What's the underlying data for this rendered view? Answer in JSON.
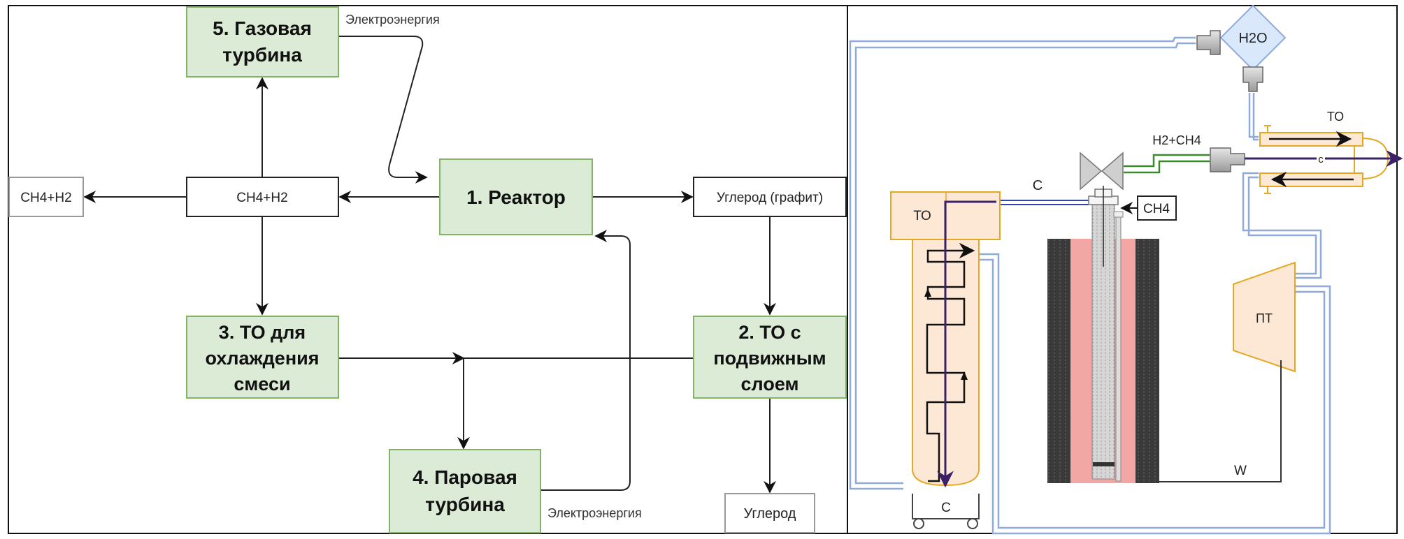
{
  "left_diagram": {
    "blocks": {
      "reactor": "1. Реактор",
      "moving_bed_hx": [
        "2. ТО с",
        "подвижным",
        "слоем"
      ],
      "mix_cooling_hx": [
        "3. ТО для",
        "охлаждения",
        "смеси"
      ],
      "steam_turbine": [
        "4. Паровая",
        "турбина"
      ],
      "gas_turbine": [
        "5. Газовая",
        "турбина"
      ]
    },
    "streams": {
      "gas_mixture": "CH4+H2",
      "gas_output": "CH4+H2",
      "carbon_graphite": "Углерод (графит)",
      "carbon_out": "Углерод"
    },
    "labels": {
      "electricity_top": "Электроэнергия",
      "electricity_bottom": "Электроэнергия"
    }
  },
  "right_diagram": {
    "water": "H2O",
    "hx_top_label": "ТО",
    "hx_left_label": "ТО",
    "gas_out_label": "H2+CH4",
    "carbon_line_label": "C",
    "carbon_pipe_label": "c",
    "methane_in": "CH4",
    "steam_turbine": "ПТ",
    "work_label": "W",
    "cart_label": "C"
  },
  "colors": {
    "block_fill": "#dcebd6",
    "block_border": "#82b366",
    "pipe_water": "#8faadc",
    "pipe_gas": "#3a8a2a",
    "pipe_carbon": "#3b2266",
    "hx_fill": "#fde8d6",
    "hx_border": "#e5a823",
    "reactor_pink": "#f2a7a5",
    "insulation": "#3a3a3a"
  }
}
